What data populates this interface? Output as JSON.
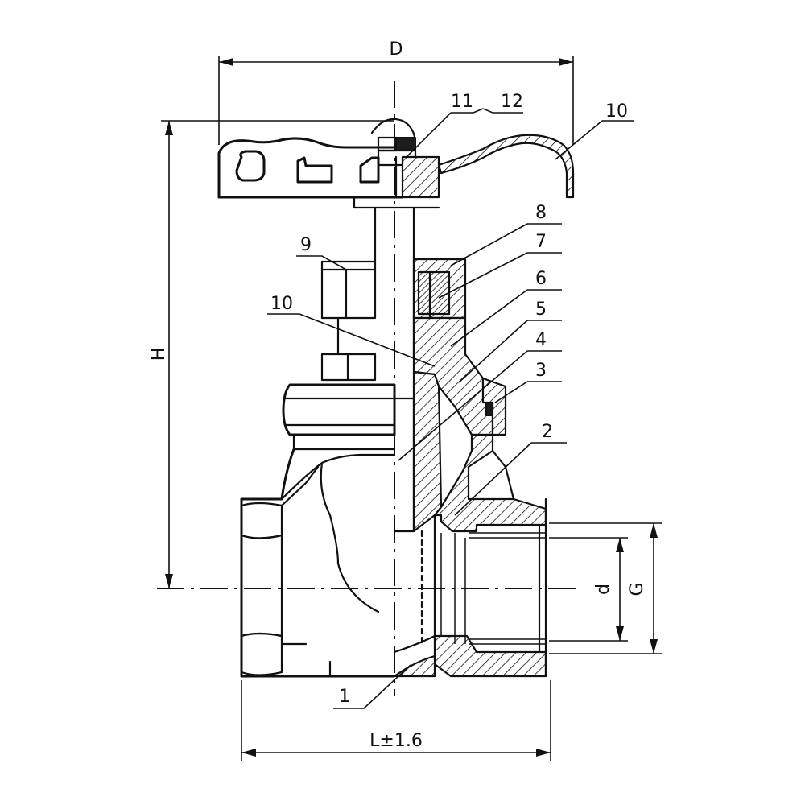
{
  "dimensions": {
    "D": "D",
    "H": "H",
    "L": "L±1.6",
    "d": "d",
    "G": "G"
  },
  "part_labels": {
    "p1": "1",
    "p2": "2",
    "p3": "3",
    "p4": "4",
    "p5": "5",
    "p6": "6",
    "p7": "7",
    "p8": "8",
    "p9": "9",
    "p10_top": "10",
    "p10_mid": "10",
    "p11": "11",
    "p12": "12"
  },
  "colors": {
    "line": "#111111",
    "background": "#ffffff"
  }
}
